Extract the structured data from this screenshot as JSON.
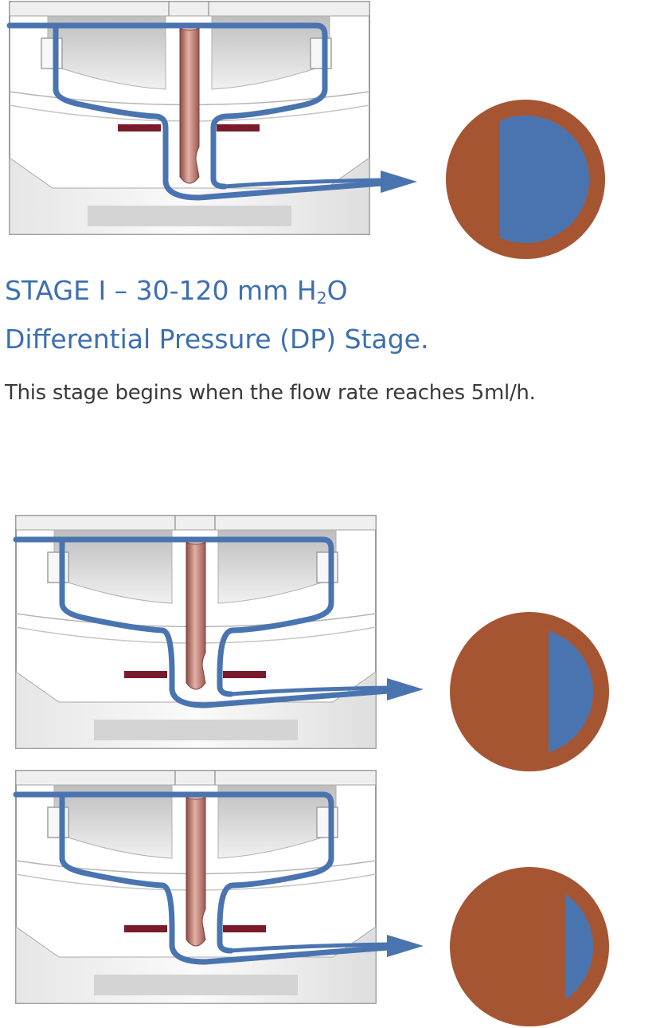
{
  "stage": {
    "title_main": "STAGE I – 30-120 mm H",
    "title_sub": "2",
    "title_end": "O",
    "subtitle": "Differential Pressure (DP) Stage.",
    "description": "This stage begins when the flow rate reaches 5ml/h."
  },
  "indicators": [
    {
      "fill_fraction": 0.7
    },
    {
      "fill_fraction": 0.35
    },
    {
      "fill_fraction": 0.22
    }
  ],
  "colors": {
    "flow": "#4a74b0",
    "disc": "#a65533",
    "text_heading": "#3d6fb0",
    "text_body": "#3a3a3a",
    "pin": "#b87468",
    "seal": "#7a1a2a"
  }
}
